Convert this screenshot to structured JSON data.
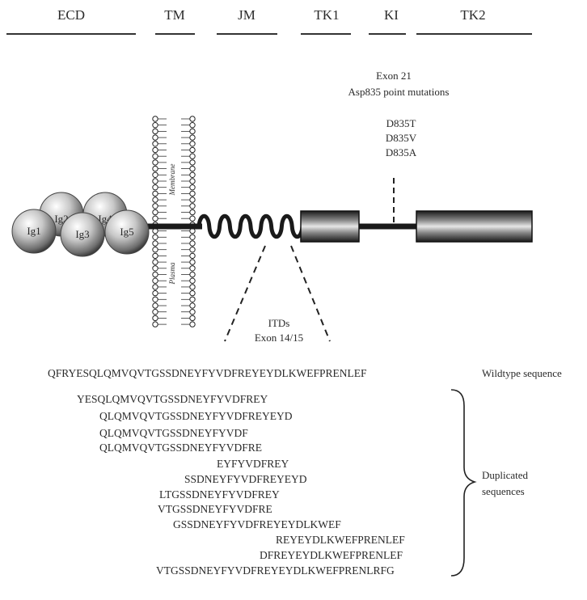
{
  "domains": [
    {
      "label": "ECD"
    },
    {
      "label": "TM"
    },
    {
      "label": "JM"
    },
    {
      "label": "TK1"
    },
    {
      "label": "KI"
    },
    {
      "label": "TK2"
    }
  ],
  "ig_domains": [
    "Ig1",
    "Ig2",
    "Ig3",
    "Ig4",
    "Ig5"
  ],
  "membrane": {
    "top_label": "Membrane",
    "bottom_label": "Plasma"
  },
  "exon21": {
    "title": "Exon 21",
    "subtitle": "Asp835 point mutations",
    "mutations": [
      "D835T",
      "D835V",
      "D835A"
    ]
  },
  "itd": {
    "title": "ITDs",
    "subtitle": "Exon 14/15"
  },
  "wildtype": {
    "sequence": "QFRYESQLQMVQVTGSSDNEYFYVDFREYEYDLKWEFPRENLEF",
    "label": "Wildtype sequence"
  },
  "duplicated": {
    "label_line1": "Duplicated",
    "label_line2": "sequences",
    "sequences": [
      "YESQLQMVQVTGSSDNEYFYVDFREY",
      "QLQMVQVTGSSDNEYFYVDFREYEYD",
      "QLQMVQVTGSSDNEYFYVDF",
      "QLQMVQVTGSSDNEYFYVDFRE",
      "EYFYVDFREY",
      "SSDNEYFYVDFREYEYD",
      "LTGSSDNEYFYVDFREY",
      "VTGSSDNEYFYVDFRE",
      "GSSDNEYFYVDFREYEYDLKWEF",
      "REYEYDLKWEFPRENLEF",
      "DFREYEYDLKWEFPRENLEF",
      "VTGSSDNEYFYVDFREYEYDLKWEFPRENLRFG"
    ]
  }
}
